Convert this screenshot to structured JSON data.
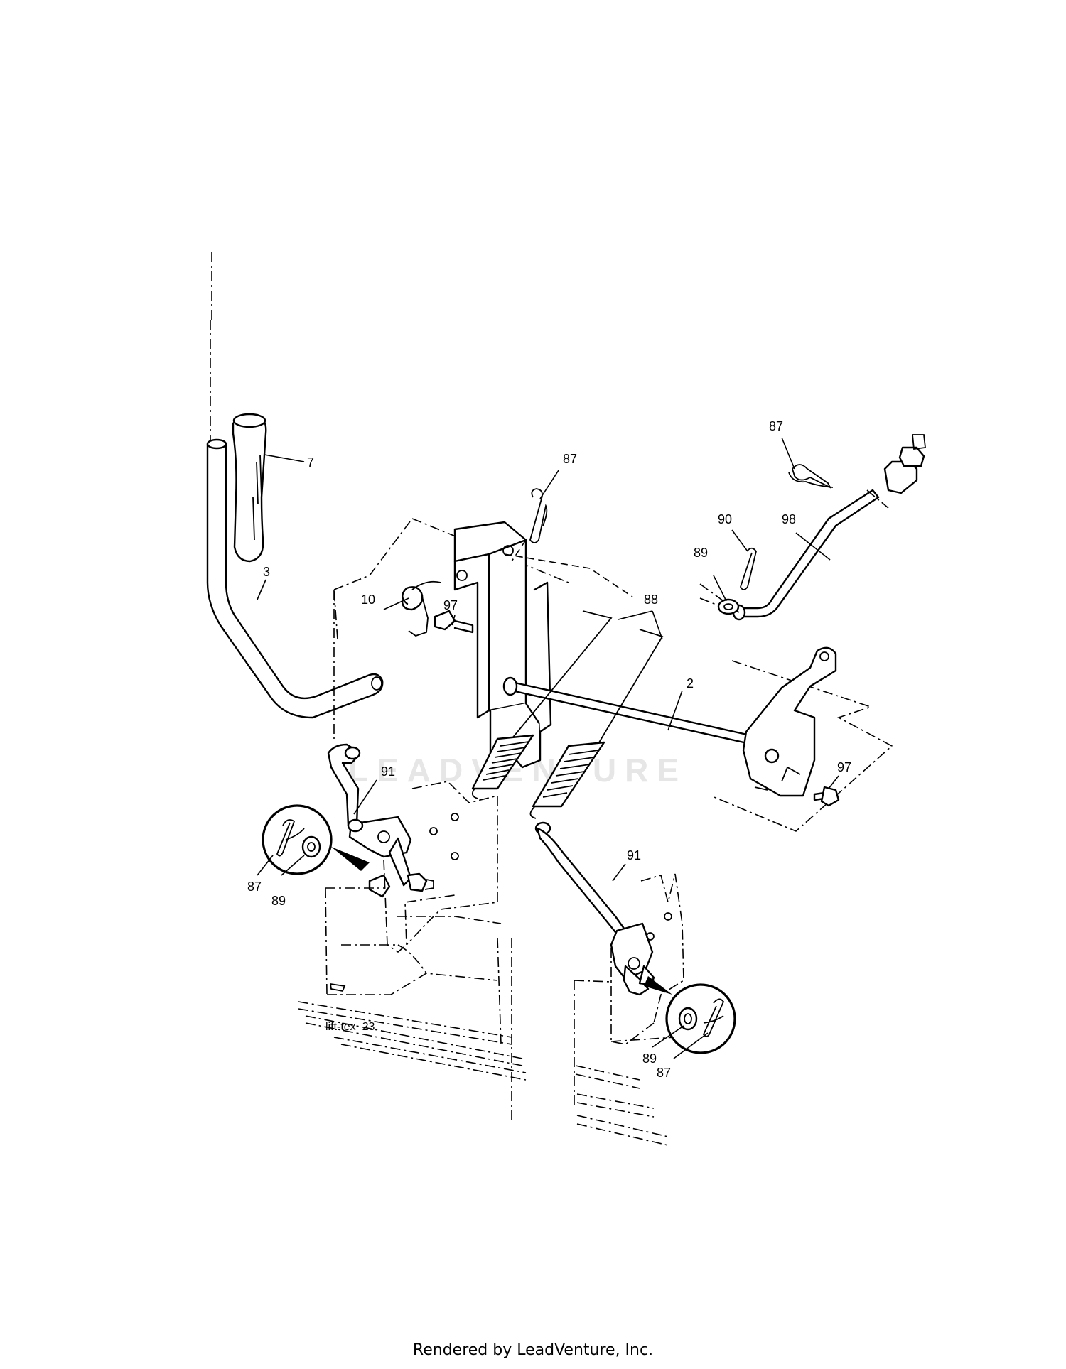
{
  "diagram": {
    "reference_code": "lift-tex_23",
    "watermark": "LEADVENTURE",
    "callouts": [
      "7",
      "3",
      "87",
      "10",
      "97",
      "88",
      "87",
      "90",
      "89",
      "98",
      "2",
      "91",
      "97",
      "87",
      "89",
      "91",
      "89",
      "87"
    ]
  },
  "footer": {
    "text": "Rendered by LeadVenture, Inc."
  }
}
